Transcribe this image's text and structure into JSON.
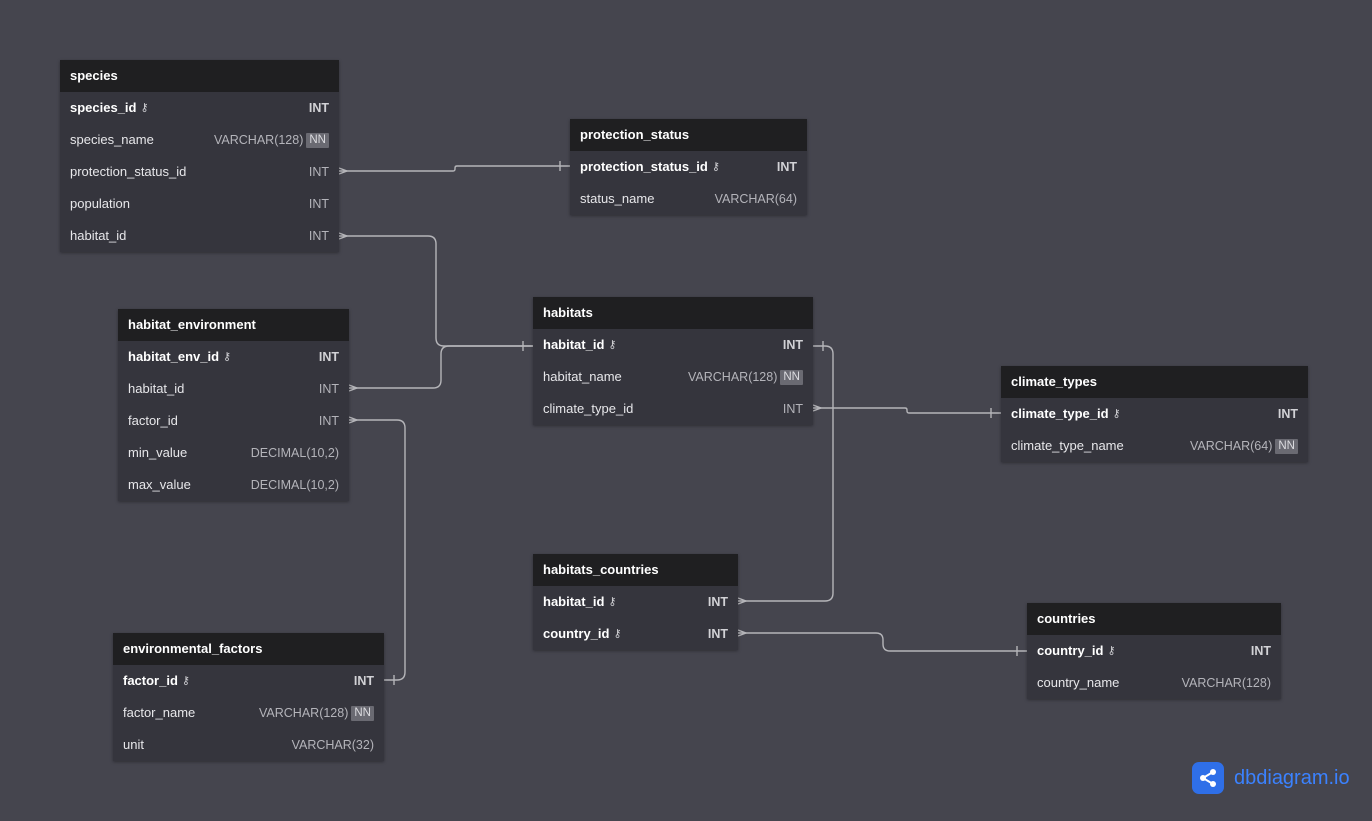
{
  "tables": {
    "species": {
      "title": "species",
      "rows": [
        {
          "name": "species_id",
          "type": "INT",
          "pk": true
        },
        {
          "name": "species_name",
          "type": "VARCHAR(128)",
          "nn": "NN"
        },
        {
          "name": "protection_status_id",
          "type": "INT"
        },
        {
          "name": "population",
          "type": "INT"
        },
        {
          "name": "habitat_id",
          "type": "INT"
        }
      ]
    },
    "protection_status": {
      "title": "protection_status",
      "rows": [
        {
          "name": "protection_status_id",
          "type": "INT",
          "pk": true
        },
        {
          "name": "status_name",
          "type": "VARCHAR(64)"
        }
      ]
    },
    "habitat_environment": {
      "title": "habitat_environment",
      "rows": [
        {
          "name": "habitat_env_id",
          "type": "INT",
          "pk": true
        },
        {
          "name": "habitat_id",
          "type": "INT"
        },
        {
          "name": "factor_id",
          "type": "INT"
        },
        {
          "name": "min_value",
          "type": "DECIMAL(10,2)"
        },
        {
          "name": "max_value",
          "type": "DECIMAL(10,2)"
        }
      ]
    },
    "habitats": {
      "title": "habitats",
      "rows": [
        {
          "name": "habitat_id",
          "type": "INT",
          "pk": true
        },
        {
          "name": "habitat_name",
          "type": "VARCHAR(128)",
          "nn": "NN"
        },
        {
          "name": "climate_type_id",
          "type": "INT"
        }
      ]
    },
    "climate_types": {
      "title": "climate_types",
      "rows": [
        {
          "name": "climate_type_id",
          "type": "INT",
          "pk": true
        },
        {
          "name": "climate_type_name",
          "type": "VARCHAR(64)",
          "nn": "NN"
        }
      ]
    },
    "habitats_countries": {
      "title": "habitats_countries",
      "rows": [
        {
          "name": "habitat_id",
          "type": "INT",
          "pk": true
        },
        {
          "name": "country_id",
          "type": "INT",
          "pk": true
        }
      ]
    },
    "countries": {
      "title": "countries",
      "rows": [
        {
          "name": "country_id",
          "type": "INT",
          "pk": true
        },
        {
          "name": "country_name",
          "type": "VARCHAR(128)"
        }
      ]
    },
    "environmental_factors": {
      "title": "environmental_factors",
      "rows": [
        {
          "name": "factor_id",
          "type": "INT",
          "pk": true
        },
        {
          "name": "factor_name",
          "type": "VARCHAR(128)",
          "nn": "NN"
        },
        {
          "name": "unit",
          "type": "VARCHAR(32)"
        }
      ]
    }
  },
  "relationships": [
    {
      "from": "species.protection_status_id",
      "to": "protection_status.protection_status_id"
    },
    {
      "from": "species.habitat_id",
      "to": "habitats.habitat_id"
    },
    {
      "from": "habitat_environment.habitat_id",
      "to": "habitats.habitat_id"
    },
    {
      "from": "habitat_environment.factor_id",
      "to": "environmental_factors.factor_id"
    },
    {
      "from": "habitats.climate_type_id",
      "to": "climate_types.climate_type_id"
    },
    {
      "from": "habitats_countries.habitat_id",
      "to": "habitats.habitat_id"
    },
    {
      "from": "habitats_countries.country_id",
      "to": "countries.country_id"
    }
  ],
  "brand": {
    "name": "dbdiagram.io",
    "icon": "share-nodes-icon"
  },
  "colors": {
    "background": "#45454e",
    "header": "#1f1f21",
    "body": "#35353d",
    "line": "#b5b5b9",
    "brand": "#3b82ff"
  }
}
